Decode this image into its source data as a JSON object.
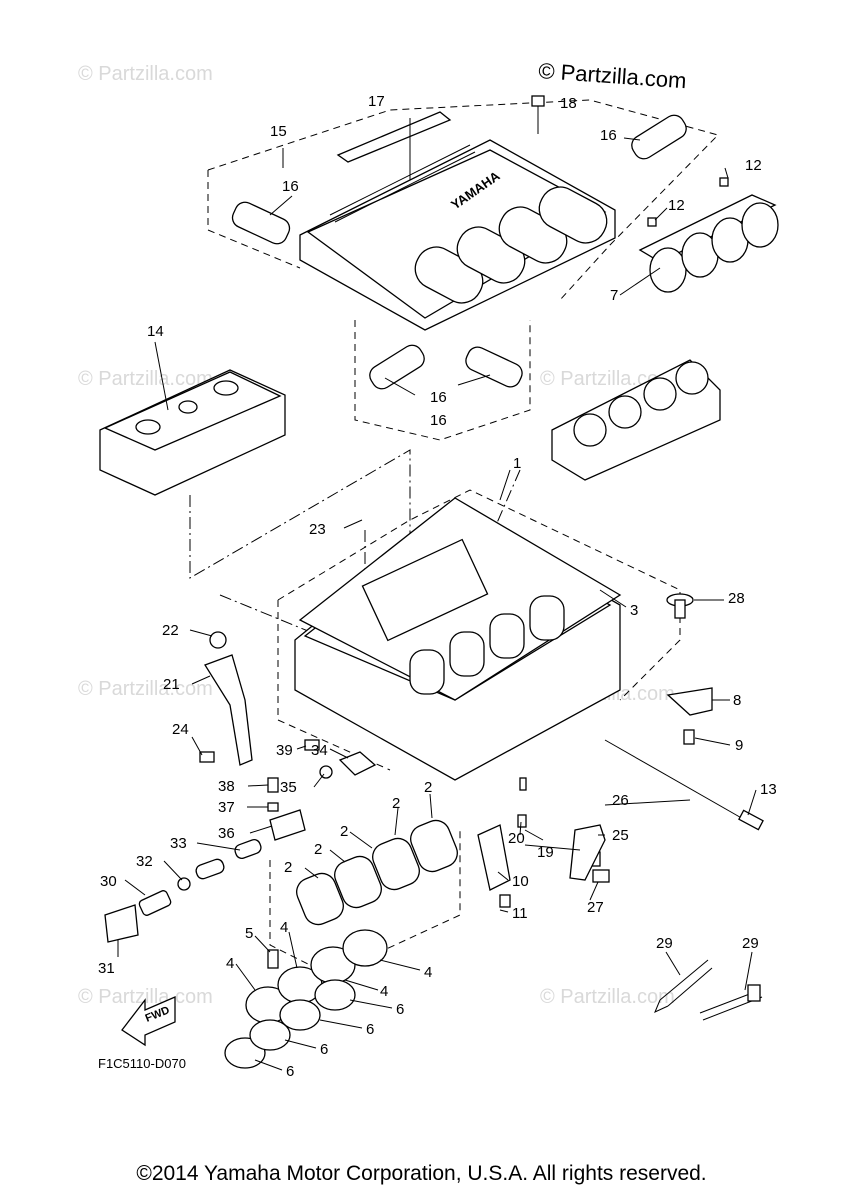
{
  "watermark": {
    "text": "© Partzilla.com",
    "brand_text": "© Partzilla.com"
  },
  "diagram": {
    "code": "F1C5110-D070",
    "fwd_label": "FWD",
    "cover_logo": "YAMAHA",
    "callouts": [
      "1",
      "2",
      "2",
      "2",
      "2",
      "2",
      "3",
      "4",
      "4",
      "4",
      "4",
      "5",
      "6",
      "6",
      "6",
      "6",
      "7",
      "8",
      "9",
      "10",
      "11",
      "12",
      "12",
      "13",
      "14",
      "15",
      "16",
      "16",
      "16",
      "16",
      "17",
      "18",
      "19",
      "20",
      "21",
      "22",
      "23",
      "24",
      "25",
      "26",
      "27",
      "28",
      "29",
      "29",
      "30",
      "31",
      "32",
      "33",
      "34",
      "35",
      "36",
      "37",
      "38",
      "39"
    ]
  },
  "footer": {
    "copyright": "©2014 Yamaha Motor Corporation, U.S.A. All rights reserved."
  }
}
